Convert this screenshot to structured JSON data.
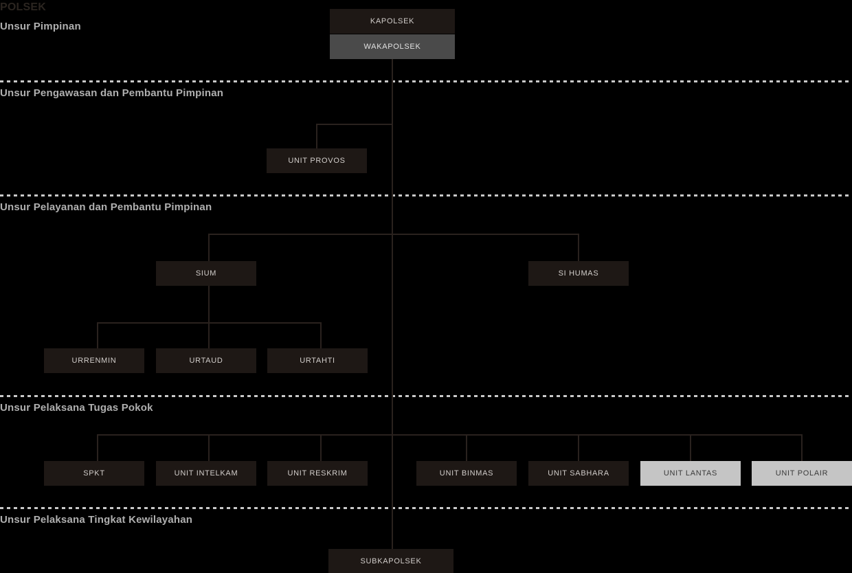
{
  "page": {
    "title": "POLSEK",
    "background": "#000000",
    "box_dark": "#1e1815",
    "box_gray": "#4a4a4a",
    "box_light": "#c5c5c5",
    "line_color": "#2a221e",
    "label_color": "#b0b0b0",
    "divider_color": "#c9c9c9"
  },
  "sections": [
    {
      "label": "Unsur Pimpinan"
    },
    {
      "label": "Unsur Pengawasan dan Pembantu Pimpinan"
    },
    {
      "label": "Unsur Pelayanan dan Pembantu Pimpinan"
    },
    {
      "label": "Unsur Pelaksana Tugas Pokok"
    },
    {
      "label": "Unsur Pelaksana Tingkat Kewilayahan"
    }
  ],
  "nodes": {
    "kapolsek": {
      "label": "KAPOLSEK",
      "style": "dark"
    },
    "wakapolsek": {
      "label": "WAKAPOLSEK",
      "style": "gray"
    },
    "unit_provos": {
      "label": "UNIT PROVOS",
      "style": "dark"
    },
    "sium": {
      "label": "SIUM",
      "style": "dark"
    },
    "si_humas": {
      "label": "SI HUMAS",
      "style": "dark"
    },
    "urrenmin": {
      "label": "URRENMIN",
      "style": "dark"
    },
    "urtaud": {
      "label": "URTAUD",
      "style": "dark"
    },
    "urtahti": {
      "label": "URTAHTI",
      "style": "dark"
    },
    "spkt": {
      "label": "SPKT",
      "style": "dark"
    },
    "unit_intelkam": {
      "label": "UNIT INTELKAM",
      "style": "dark"
    },
    "unit_reskrim": {
      "label": "UNIT RESKRIM",
      "style": "dark"
    },
    "unit_binmas": {
      "label": "UNIT BINMAS",
      "style": "dark"
    },
    "unit_sabhara": {
      "label": "UNIT SABHARA",
      "style": "dark"
    },
    "unit_lantas": {
      "label": "UNIT LANTAS",
      "style": "light"
    },
    "unit_polair": {
      "label": "UNIT POLAIR",
      "style": "light"
    },
    "subkapolsek": {
      "label": "SUBKAPOLSEK",
      "style": "dark"
    }
  }
}
